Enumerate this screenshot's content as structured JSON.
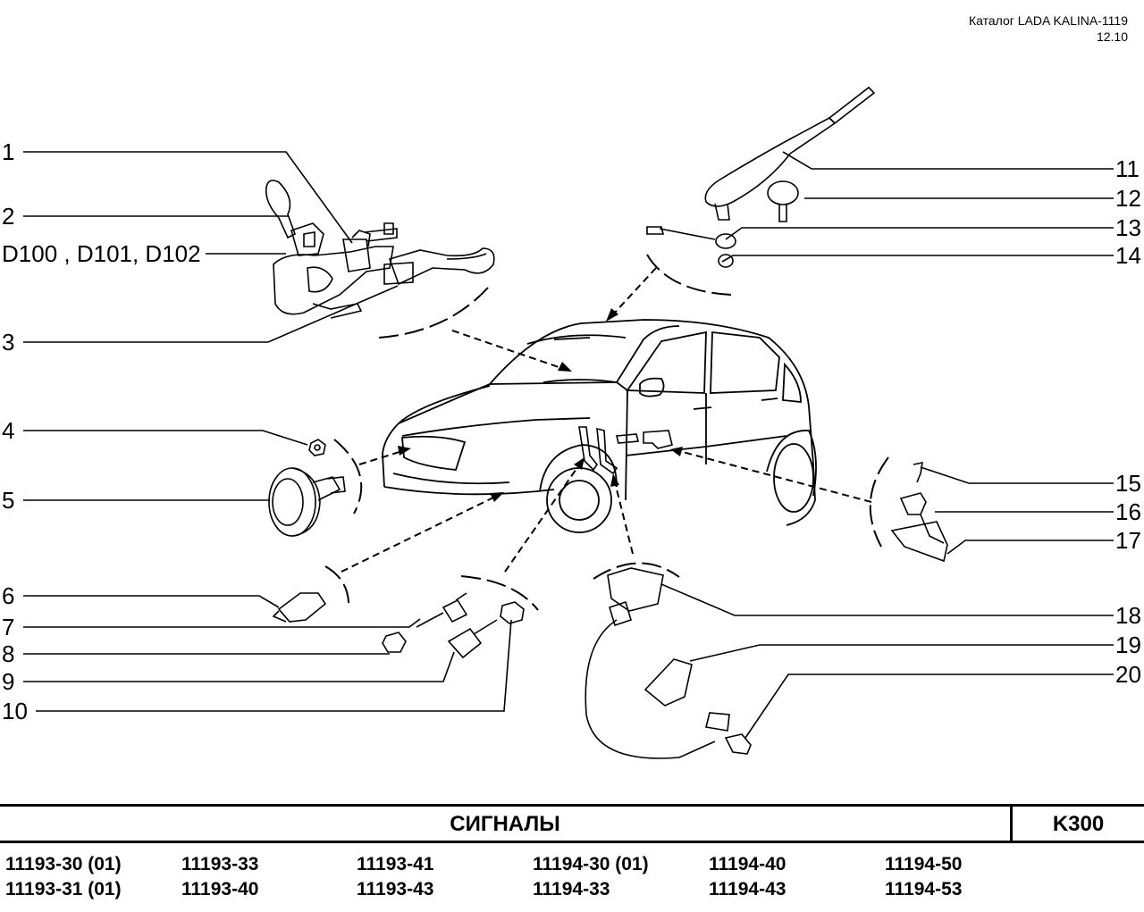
{
  "header": {
    "catalog": "Каталог LADA KALINA-1119",
    "date": "12.10"
  },
  "callouts": {
    "c1": "1",
    "c2": "2",
    "c3": "3",
    "c4": "4",
    "c5": "5",
    "c6": "6",
    "c7": "7",
    "c8": "8",
    "c9": "9",
    "c10": "10",
    "c11": "11",
    "c12": "12",
    "c13": "13",
    "c14": "14",
    "c15": "15",
    "c16": "16",
    "c17": "17",
    "c18": "18",
    "c19": "19",
    "c20": "20",
    "d": "D100 , D101, D102"
  },
  "footer": {
    "title": "СИГНАЛЫ",
    "code": "K300",
    "models": [
      [
        "11193-30 (01)",
        "11193-31 (01)"
      ],
      [
        "11193-33",
        "11193-40"
      ],
      [
        "11193-41",
        "11193-43"
      ],
      [
        "11194-30 (01)",
        "11194-33"
      ],
      [
        "11194-40",
        "11194-43"
      ],
      [
        "11194-50",
        "11194-53"
      ]
    ]
  }
}
